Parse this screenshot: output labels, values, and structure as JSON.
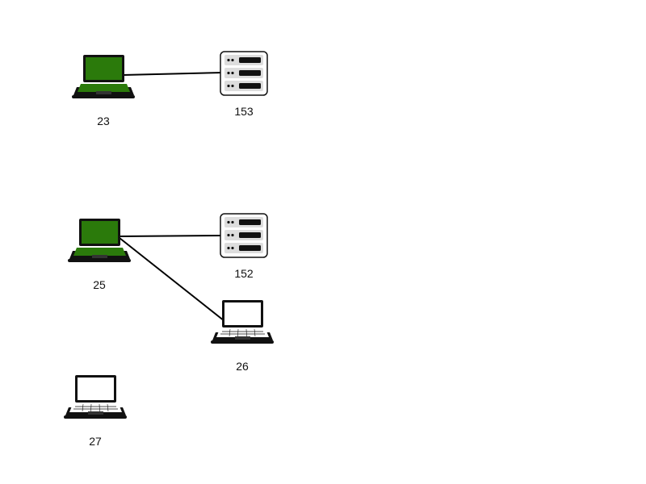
{
  "diagram": {
    "nodes": [
      {
        "id": "23",
        "label": "23",
        "type": "laptop",
        "active": true
      },
      {
        "id": "153",
        "label": "153",
        "type": "server"
      },
      {
        "id": "25",
        "label": "25",
        "type": "laptop",
        "active": true
      },
      {
        "id": "152",
        "label": "152",
        "type": "server"
      },
      {
        "id": "26",
        "label": "26",
        "type": "laptop",
        "active": false
      },
      {
        "id": "27",
        "label": "27",
        "type": "laptop",
        "active": false
      }
    ],
    "links": [
      {
        "from": "23",
        "to": "153"
      },
      {
        "from": "25",
        "to": "152"
      },
      {
        "from": "25",
        "to": "26"
      }
    ],
    "colors": {
      "active_screen": "#2b7a0b",
      "inactive_screen": "#ffffff",
      "device_body": "#111111",
      "link": "#000000"
    }
  }
}
